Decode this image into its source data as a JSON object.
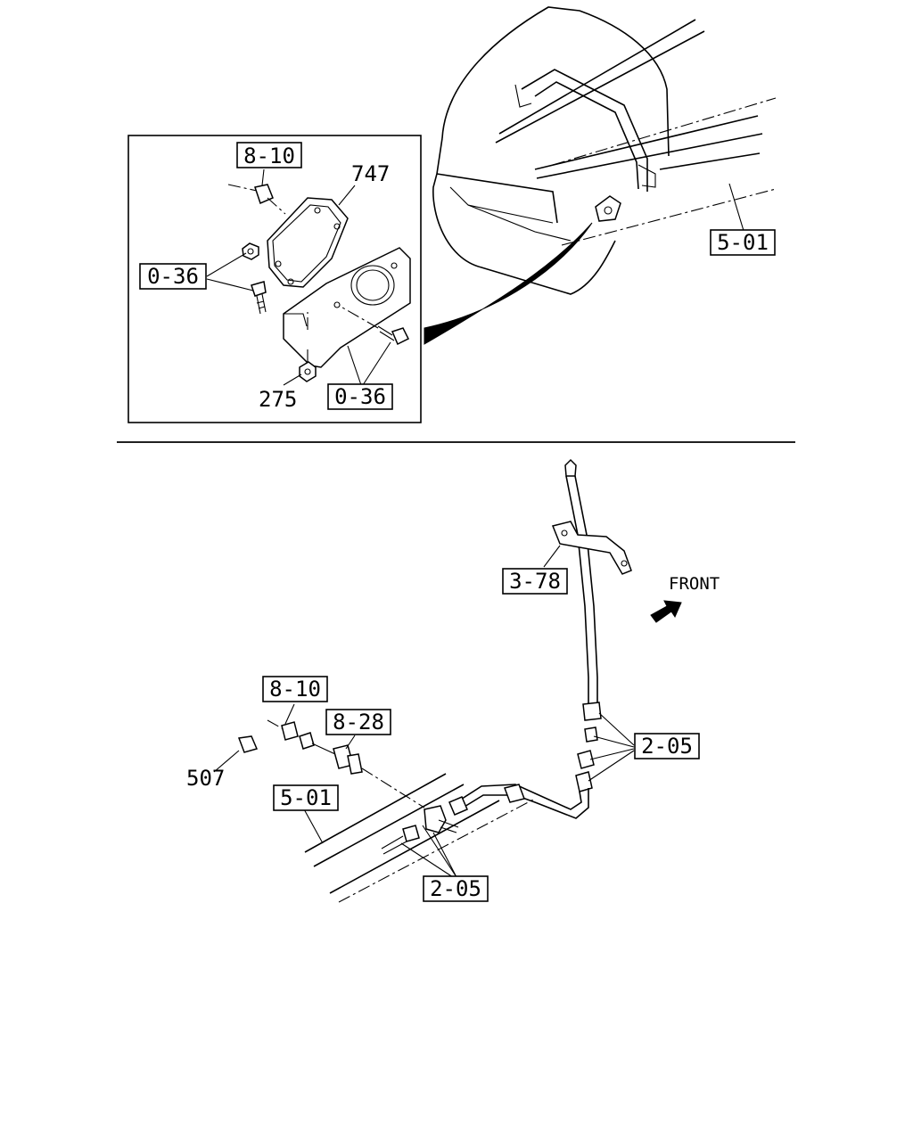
{
  "colors": {
    "ink": "#000000",
    "paper": "#ffffff"
  },
  "inset_labels": {
    "wiring_top": "8-10",
    "module": "747",
    "fastener_left": "0-36",
    "nut": "275",
    "fastener_bottom": "0-36"
  },
  "frame_label_top": "5-01",
  "lower_labels": {
    "bracket": "3-78",
    "front_text": "FRONT",
    "wiring": "8-10",
    "sensor": "8-28",
    "connector": "507",
    "frame": "5-01",
    "pipe_fittings_right": "2-05",
    "pipe_fittings_bottom": "2-05"
  }
}
